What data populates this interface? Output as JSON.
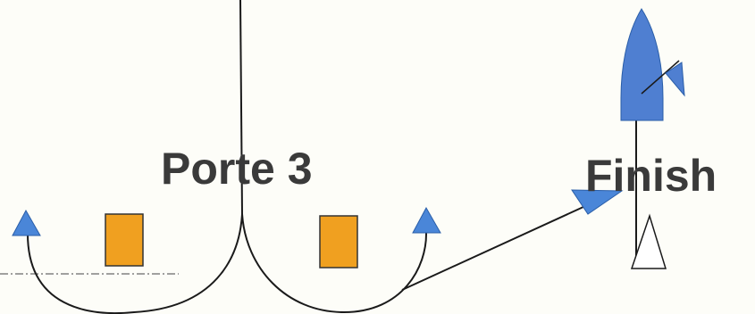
{
  "labels": {
    "gate": "Porte 3",
    "finish": "Finish"
  },
  "colors": {
    "background": "#fdfdf8",
    "line": "#1a1a1a",
    "buoy_triangle": "#4a86d8",
    "gate_mark": "#f0a020",
    "boat": "#4f7fd1",
    "finish_flag": "#4f7fd1",
    "text": "#3a3a3a"
  },
  "icons": {
    "left_buoy": "blue-triangle-buoy",
    "right_buoy": "blue-triangle-buoy",
    "left_gate_mark": "orange-square-mark",
    "right_gate_mark": "orange-square-mark",
    "committee_boat": "boat-top-view",
    "finish_flag": "pennant-flag",
    "pin_end": "white-triangle-buoy",
    "arrow_head": "blue-arrowhead"
  }
}
